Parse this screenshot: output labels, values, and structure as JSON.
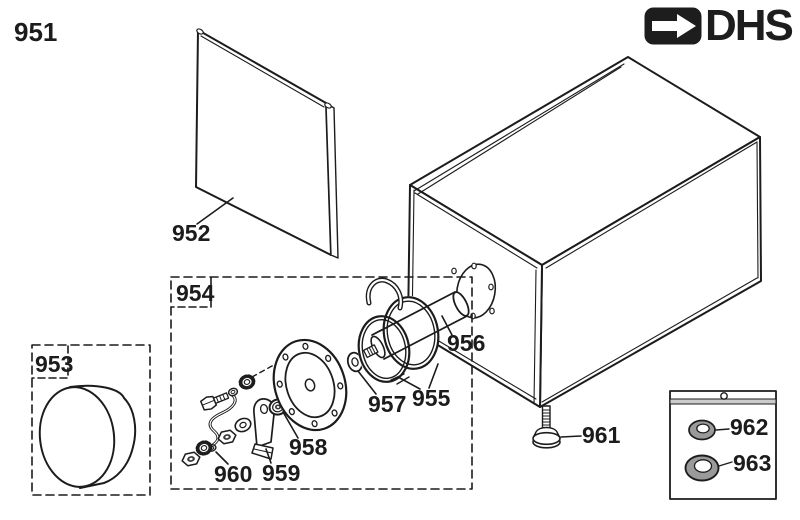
{
  "figure": {
    "number": "951"
  },
  "brand": {
    "name": "DHS",
    "logo_color": "#1d1d1d"
  },
  "labels": {
    "panel": "952",
    "drum_kit": "953",
    "hardware_kit": "954",
    "reel": "955",
    "shaft": "956",
    "washer": "957",
    "nut": "958",
    "bracket": "959",
    "fasteners": "960",
    "foot": "961",
    "seal_small": "962",
    "seal_large": "963"
  },
  "colors": {
    "line": "#1c1c1c",
    "seal_gray": "#9a9a9a",
    "bag_header": "#cccccc"
  }
}
